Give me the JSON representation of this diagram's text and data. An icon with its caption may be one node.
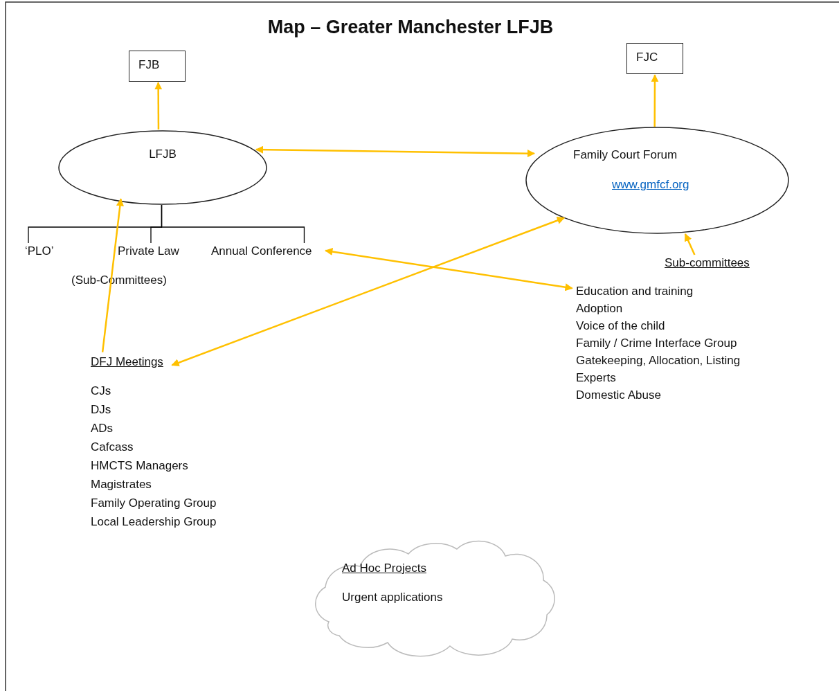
{
  "diagram": {
    "title": "Map – Greater Manchester LFJB",
    "nodes": [
      {
        "text": [
          "FJB"
        ]
      },
      {
        "text": [
          "FJC"
        ]
      },
      {
        "text": [
          "LFJB"
        ]
      },
      {
        "text": [
          "Family Court Forum",
          "www.gmfcf.org"
        ]
      },
      {
        "text": [
          "‘PLO’"
        ]
      },
      {
        "text": [
          "Private Law"
        ]
      },
      {
        "text": [
          "Annual Conference"
        ]
      },
      {
        "text": [
          "Sub-committees"
        ]
      },
      {
        "text": [
          "Education and training",
          "Adoption",
          "Voice of the child",
          "Family / Crime Interface Group",
          "Gatekeeping, Allocation, Listing",
          "Experts",
          "Domestic Abuse"
        ]
      },
      {
        "text": [
          "DFJ Meetings"
        ]
      },
      {
        "text": [
          "Ad Hoc Projects",
          "Urgent applications"
        ]
      }
    ],
    "edges": [
      {
        "from": 2,
        "to": 0,
        "arrow": "to"
      },
      {
        "from": 3,
        "to": 1,
        "arrow": "to"
      },
      {
        "from": 2,
        "to": 3,
        "arrow": "both"
      },
      {
        "from": 2,
        "to": 4,
        "arrow": "none",
        "color": "#000000"
      },
      {
        "from": 2,
        "to": 5,
        "arrow": "none",
        "color": "#000000"
      },
      {
        "from": 2,
        "to": 6,
        "arrow": "none",
        "color": "#000000"
      },
      {
        "from": 6,
        "to": 8,
        "arrow": "both"
      },
      {
        "from": 9,
        "to": 2,
        "arrow": "to"
      },
      {
        "from": 9,
        "to": 3,
        "arrow": "both"
      },
      {
        "from": 7,
        "to": 3,
        "arrow": "to"
      }
    ],
    "labels": [
      "(Sub-Committees)",
      "CJs",
      "DJs",
      "ADs",
      "Cafcass",
      "HMCTS Managers",
      "Magistrates",
      "Family Operating Group",
      "Local Leadership Group"
    ]
  }
}
